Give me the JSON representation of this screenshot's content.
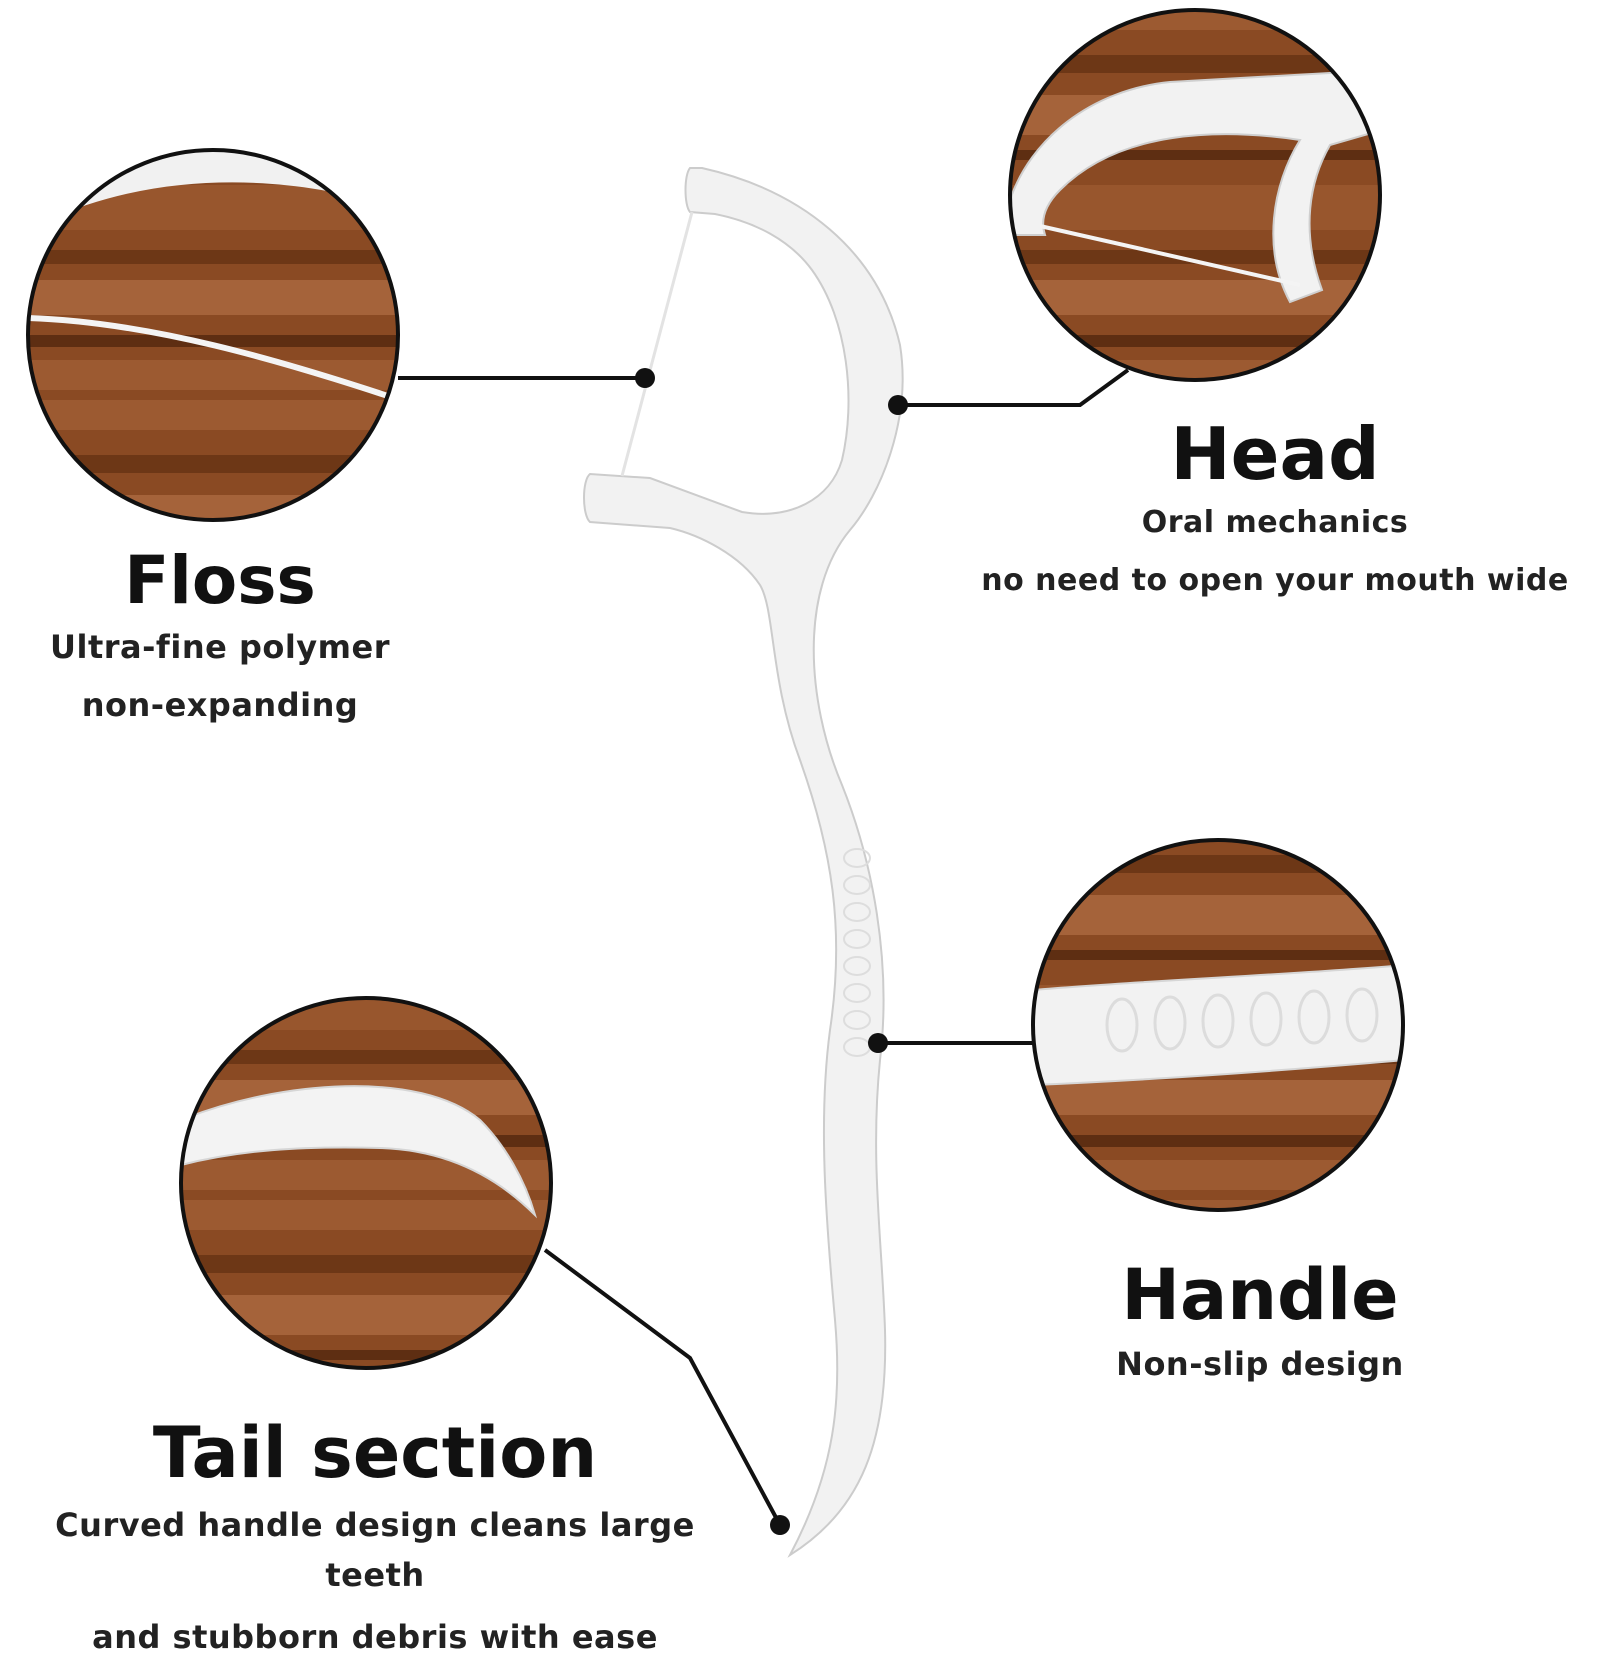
{
  "colors": {
    "wood": "#8a4a23",
    "wood_light": "#a5633a",
    "wood_dark": "#5e2e12",
    "pick": "#f4f4f4",
    "pick_shade": "#d9d9d9",
    "leader": "#111111"
  },
  "callouts": [
    {
      "id": "floss",
      "title": "Floss",
      "lines": [
        "Ultra-fine polymer",
        "non-expanding"
      ]
    },
    {
      "id": "head",
      "title": "Head",
      "lines": [
        "Oral mechanics",
        "no need to open your mouth wide"
      ]
    },
    {
      "id": "handle",
      "title": "Handle",
      "lines": [
        "Non-slip design"
      ]
    },
    {
      "id": "tail",
      "title": "Tail section",
      "lines": [
        "Curved handle design cleans large teeth",
        "and stubborn debris with ease"
      ]
    }
  ]
}
